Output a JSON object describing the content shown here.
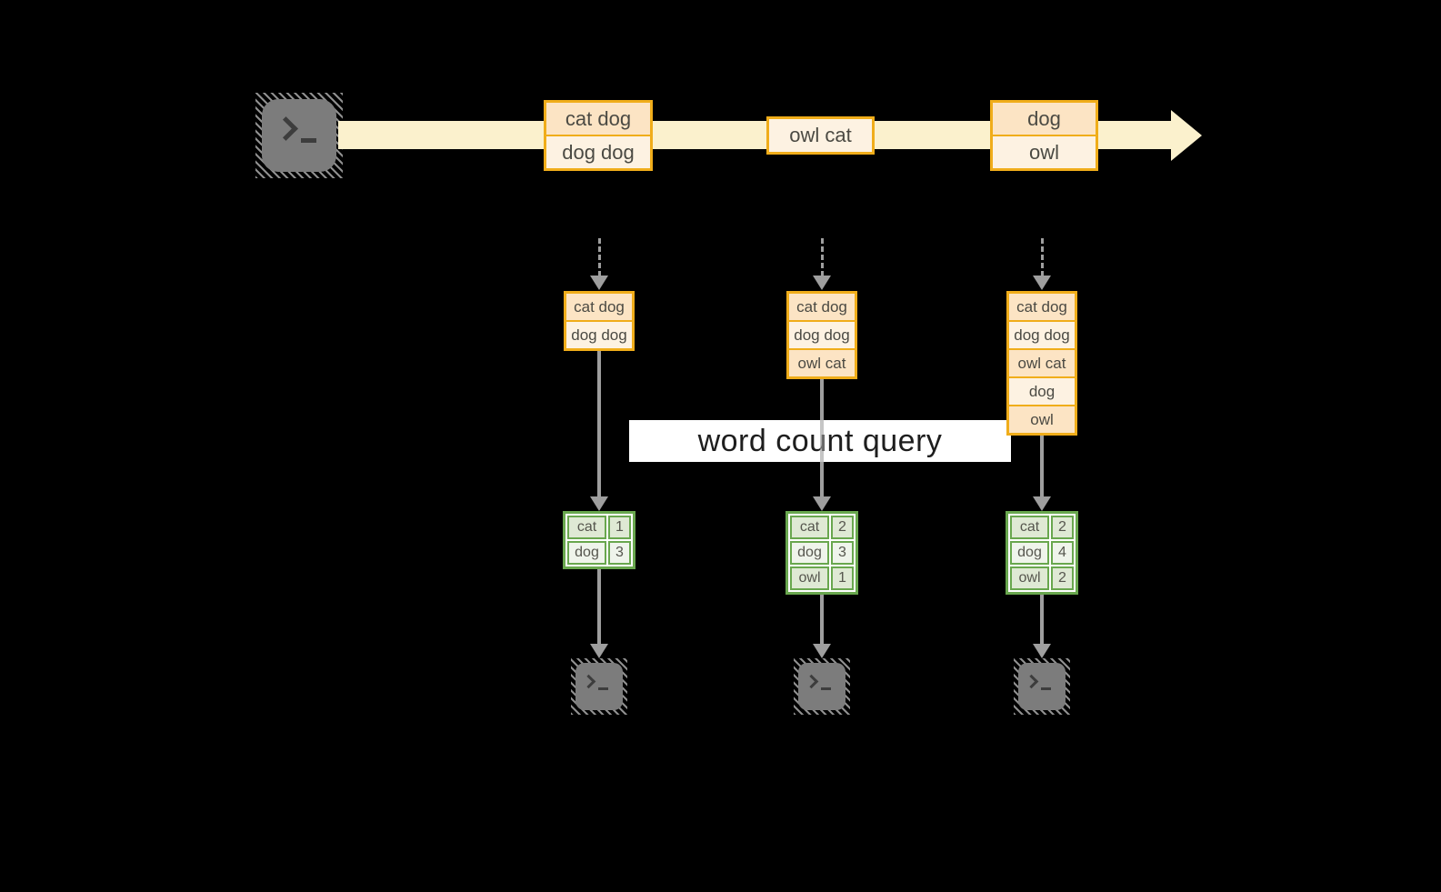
{
  "diagram": {
    "query_label": "word count query",
    "source_icon": "terminal-icon",
    "output_icon": "terminal-icon",
    "stream_messages": [
      {
        "rows": [
          "cat dog",
          "dog dog"
        ]
      },
      {
        "rows": [
          "owl cat"
        ]
      },
      {
        "rows": [
          "dog",
          "owl"
        ]
      }
    ],
    "pipelines": [
      {
        "buffer": [
          "cat dog",
          "dog dog"
        ],
        "counts": [
          {
            "word": "cat",
            "count": "1"
          },
          {
            "word": "dog",
            "count": "3"
          }
        ]
      },
      {
        "buffer": [
          "cat dog",
          "dog dog",
          "owl cat"
        ],
        "counts": [
          {
            "word": "cat",
            "count": "2"
          },
          {
            "word": "dog",
            "count": "3"
          },
          {
            "word": "owl",
            "count": "1"
          }
        ]
      },
      {
        "buffer": [
          "cat dog",
          "dog dog",
          "owl cat",
          "dog",
          "owl"
        ],
        "counts": [
          {
            "word": "cat",
            "count": "2"
          },
          {
            "word": "dog",
            "count": "4"
          },
          {
            "word": "owl",
            "count": "2"
          }
        ]
      }
    ],
    "colors": {
      "background": "#000000",
      "stream_band": "#fbf1cd",
      "box_border": "#f0ad1a",
      "box_fill_dark": "#fce4c4",
      "box_fill_light": "#fdf2e2",
      "table_border": "#69a74e",
      "table_cell_dark": "#dfe9d4",
      "table_cell_light": "#eff4eb",
      "arrow_gray": "#9e9e9e",
      "query_band": "#ffffff"
    }
  }
}
